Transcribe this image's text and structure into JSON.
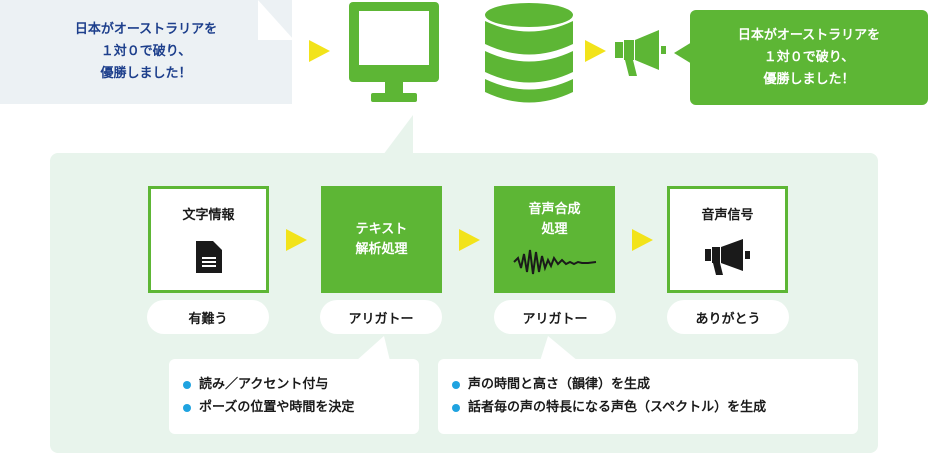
{
  "colors": {
    "green": "#5db635",
    "arrow_yellow": "#f2e31a",
    "bullet_blue": "#1fa3e0",
    "panel_bg": "#e8f4ec",
    "bubble_bg": "#ecf1f4",
    "bubble_text": "#1d3f8c"
  },
  "input_bubble": {
    "text": "日本がオーストラリアを\n１対０で破り、\n優勝しました！"
  },
  "output_bubble": {
    "text": "日本がオーストラリアを\n１対０で破り、\n優勝しました！"
  },
  "top_icons": [
    "computer-monitor-icon",
    "database-icon",
    "megaphone-icon"
  ],
  "steps": [
    {
      "label": "文字情報",
      "sample": "有難う",
      "icon": "document-icon"
    },
    {
      "label": "テキスト\n解析処理",
      "sample": "アリガトー"
    },
    {
      "label": "音声合成\n処理",
      "sample": "アリガトー",
      "icon": "waveform-icon"
    },
    {
      "label": "音声信号",
      "sample": "ありがとう",
      "icon": "megaphone-icon"
    }
  ],
  "notes": {
    "text_analysis": [
      "読み／アクセント付与",
      "ポーズの位置や時間を決定"
    ],
    "speech_synthesis": [
      "声の時間と高さ（韻律）を生成",
      "話者毎の声の特長になる声色（スペクトル）を生成"
    ]
  }
}
